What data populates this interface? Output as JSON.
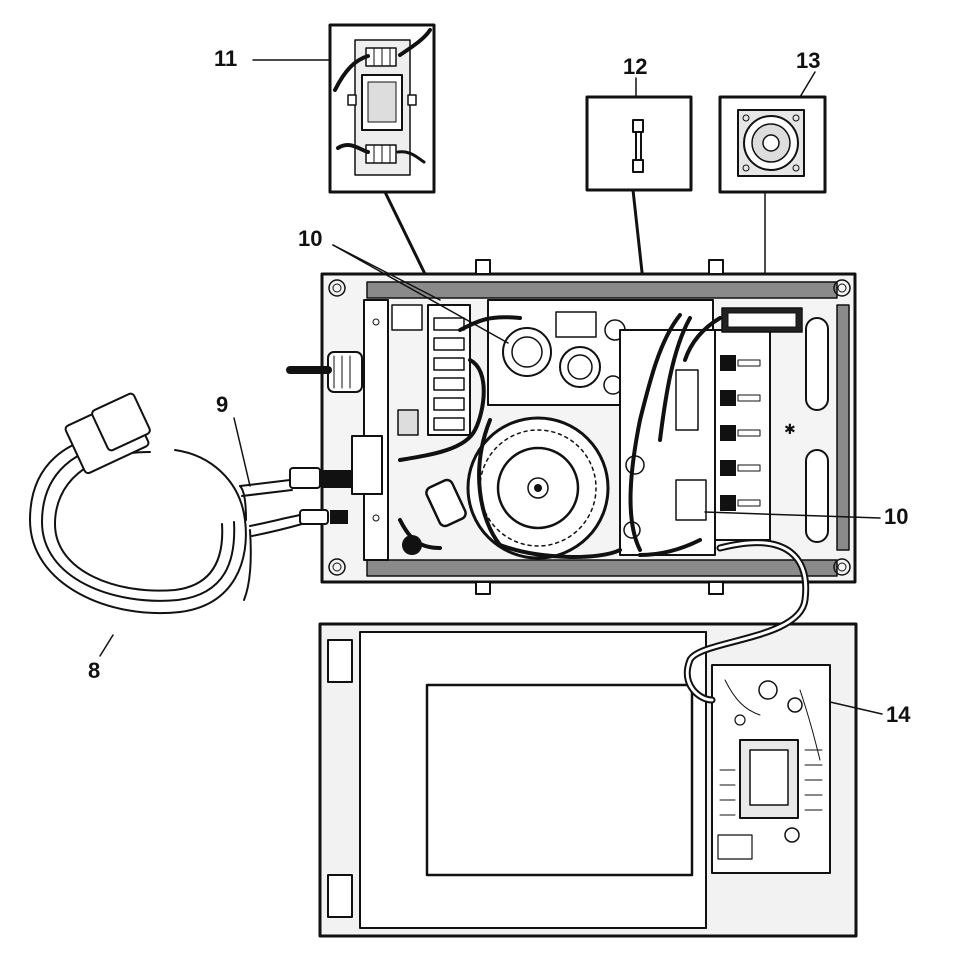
{
  "callouts": [
    {
      "id": "c11",
      "label": "11"
    },
    {
      "id": "c12",
      "label": "12"
    },
    {
      "id": "c13",
      "label": "13"
    },
    {
      "id": "c10a",
      "label": "10"
    },
    {
      "id": "c9",
      "label": "9"
    },
    {
      "id": "c10b",
      "label": "10"
    },
    {
      "id": "c8",
      "label": "8"
    },
    {
      "id": "c14",
      "label": "14"
    }
  ],
  "colors": {
    "line": "#111111",
    "panel": "#f2f2f2",
    "rail": "#8a8a8a",
    "white": "#ffffff",
    "grey": "#cfcfcf"
  },
  "icons": [
    "transformer-detail-icon",
    "fuse-icon",
    "cooling-fan-icon",
    "toroidal-transformer-icon",
    "power-cord-icon",
    "control-board-icon"
  ]
}
